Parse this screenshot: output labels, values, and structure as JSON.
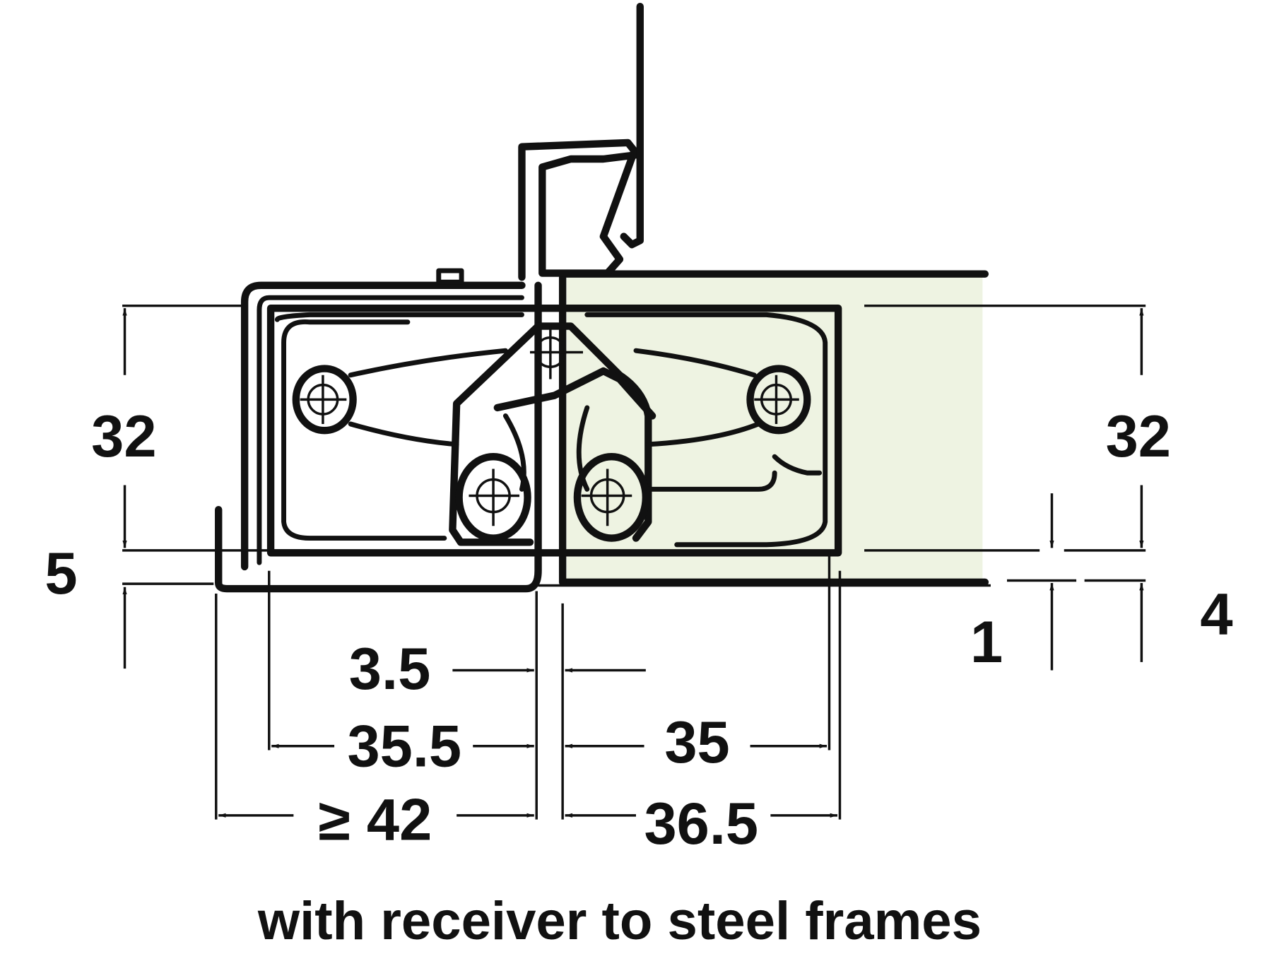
{
  "colors": {
    "wood_fill": "#eef3e2",
    "line": "#111111"
  },
  "dimensions": {
    "left_height": "32",
    "right_height": "32",
    "left_offset": "5",
    "right_gap": "1",
    "right_offset": "4",
    "gap": "3.5",
    "frame_depth": "35.5",
    "door_depth": "35",
    "frame_min": "≥ 42",
    "door_min": "36.5"
  },
  "caption": "with receiver to steel frames"
}
